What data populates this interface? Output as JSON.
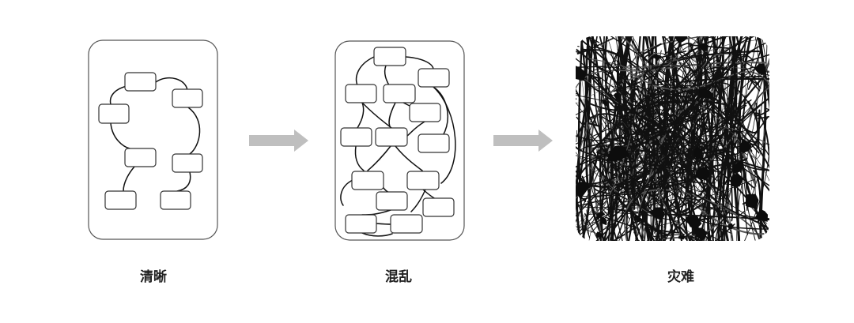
{
  "captions": {
    "clear": "清晰",
    "chaos": "混乱",
    "disaster": "灾难"
  },
  "colors": {
    "arrow": "#bfbfbf",
    "stroke": "#111111",
    "panel_border": "#555555",
    "disaster_background": "#ffffff"
  }
}
